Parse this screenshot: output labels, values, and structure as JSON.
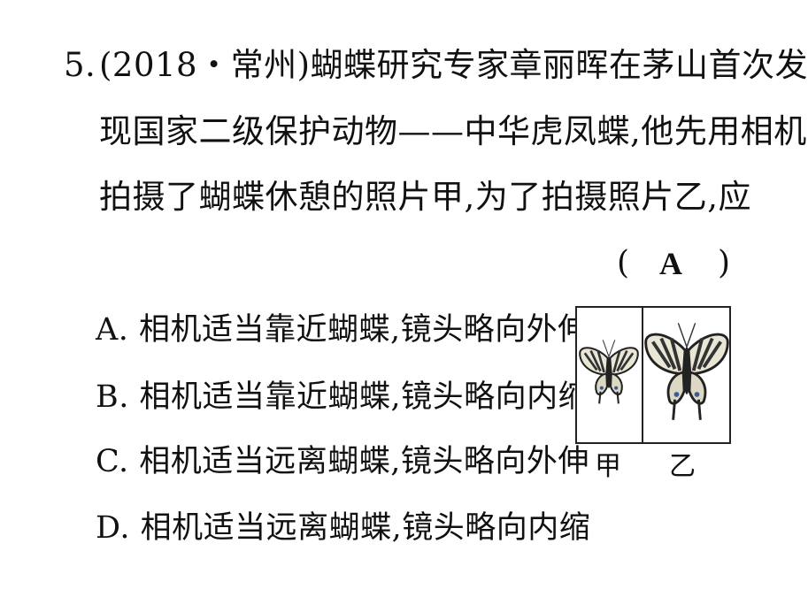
{
  "question": {
    "number": "5.",
    "line1": "(2018・常州)蝴蝶研究专家章丽晖在茅山首次发",
    "line2": "现国家二级保护动物——中华虎凤蝶,他先用相机",
    "line3": "拍摄了蝴蝶休憩的照片甲,为了拍摄照片乙,应",
    "answer_left": "(",
    "answer": "A",
    "answer_right": ")"
  },
  "options": [
    "A. 相机适当靠近蝴蝶,镜头略向外伸",
    "B. 相机适当靠近蝴蝶,镜头略向内缩",
    "C. 相机适当远离蝴蝶,镜头略向外伸",
    "D. 相机适当远离蝴蝶,镜头略向内缩"
  ],
  "figure": {
    "caption_a": "甲",
    "caption_b": "乙",
    "butterfly_icon": "butterfly-icon",
    "frame_color": "#222222"
  }
}
